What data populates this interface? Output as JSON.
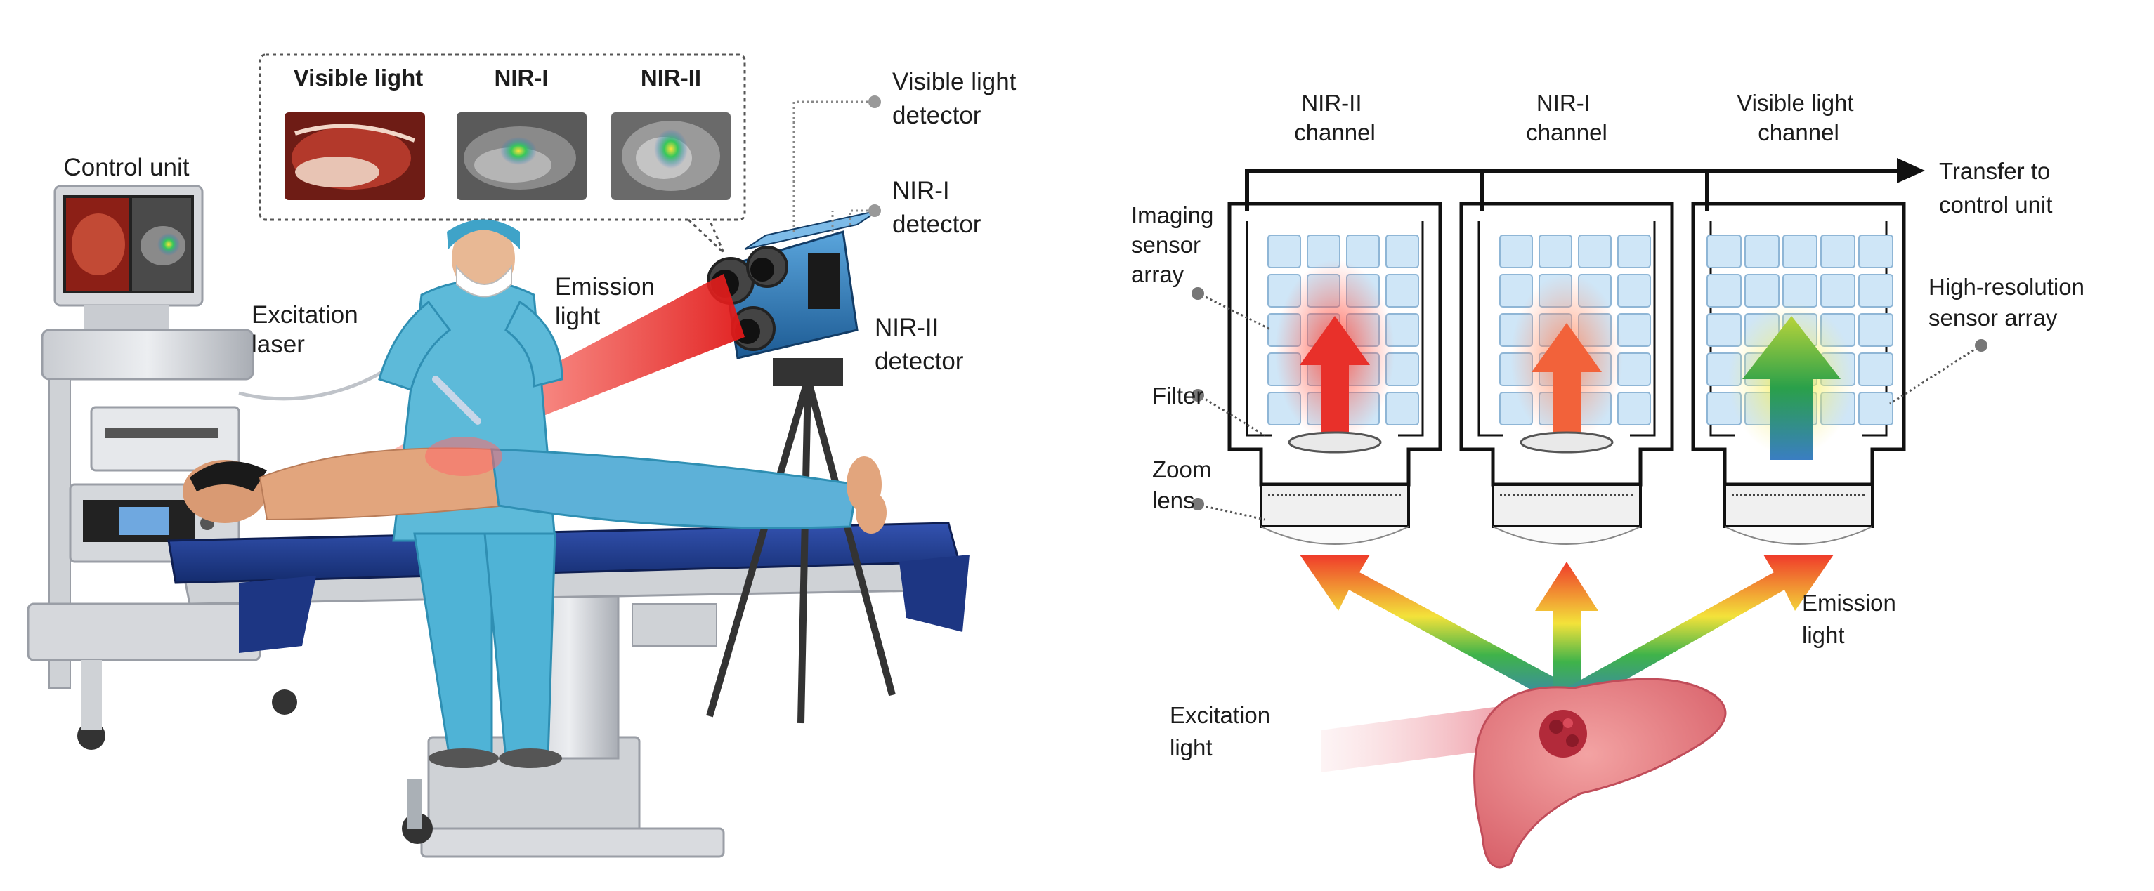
{
  "left_panel": {
    "inset_labels": [
      "Visible light",
      "NIR-I",
      "NIR-II"
    ],
    "control_unit": "Control unit",
    "excitation_laser": [
      "Excitation",
      "laser"
    ],
    "emission_light": [
      "Emission",
      "light"
    ],
    "visible_detector": [
      "Visible light",
      "detector"
    ],
    "nir1_detector": [
      "NIR-I",
      "detector"
    ],
    "nir2_detector": [
      "NIR-II",
      "detector"
    ]
  },
  "right_panel": {
    "channels": [
      {
        "line1": "NIR-II",
        "line2": "channel"
      },
      {
        "line1": "NIR-I",
        "line2": "channel"
      },
      {
        "line1": "Visible light",
        "line2": "channel"
      }
    ],
    "transfer": [
      "Transfer to",
      "control unit"
    ],
    "imaging_sensor": [
      "Imaging",
      "sensor",
      "array"
    ],
    "filter": "Filter",
    "zoom_lens": [
      "Zoom",
      "lens"
    ],
    "high_res": [
      "High-resolution",
      "sensor array"
    ],
    "emission_light": [
      "Emission",
      "light"
    ],
    "excitation_light": [
      "Excitation",
      "light"
    ]
  },
  "colors": {
    "nir2": "#e8302a",
    "nir1": "#f2623a",
    "visible_top": "#2d9e3a",
    "visible_bottom": "#3a7ec2",
    "sensor_cell": "#cfe6f7",
    "table": "#1e3a8c",
    "scrubs": "#4fb3d6"
  }
}
